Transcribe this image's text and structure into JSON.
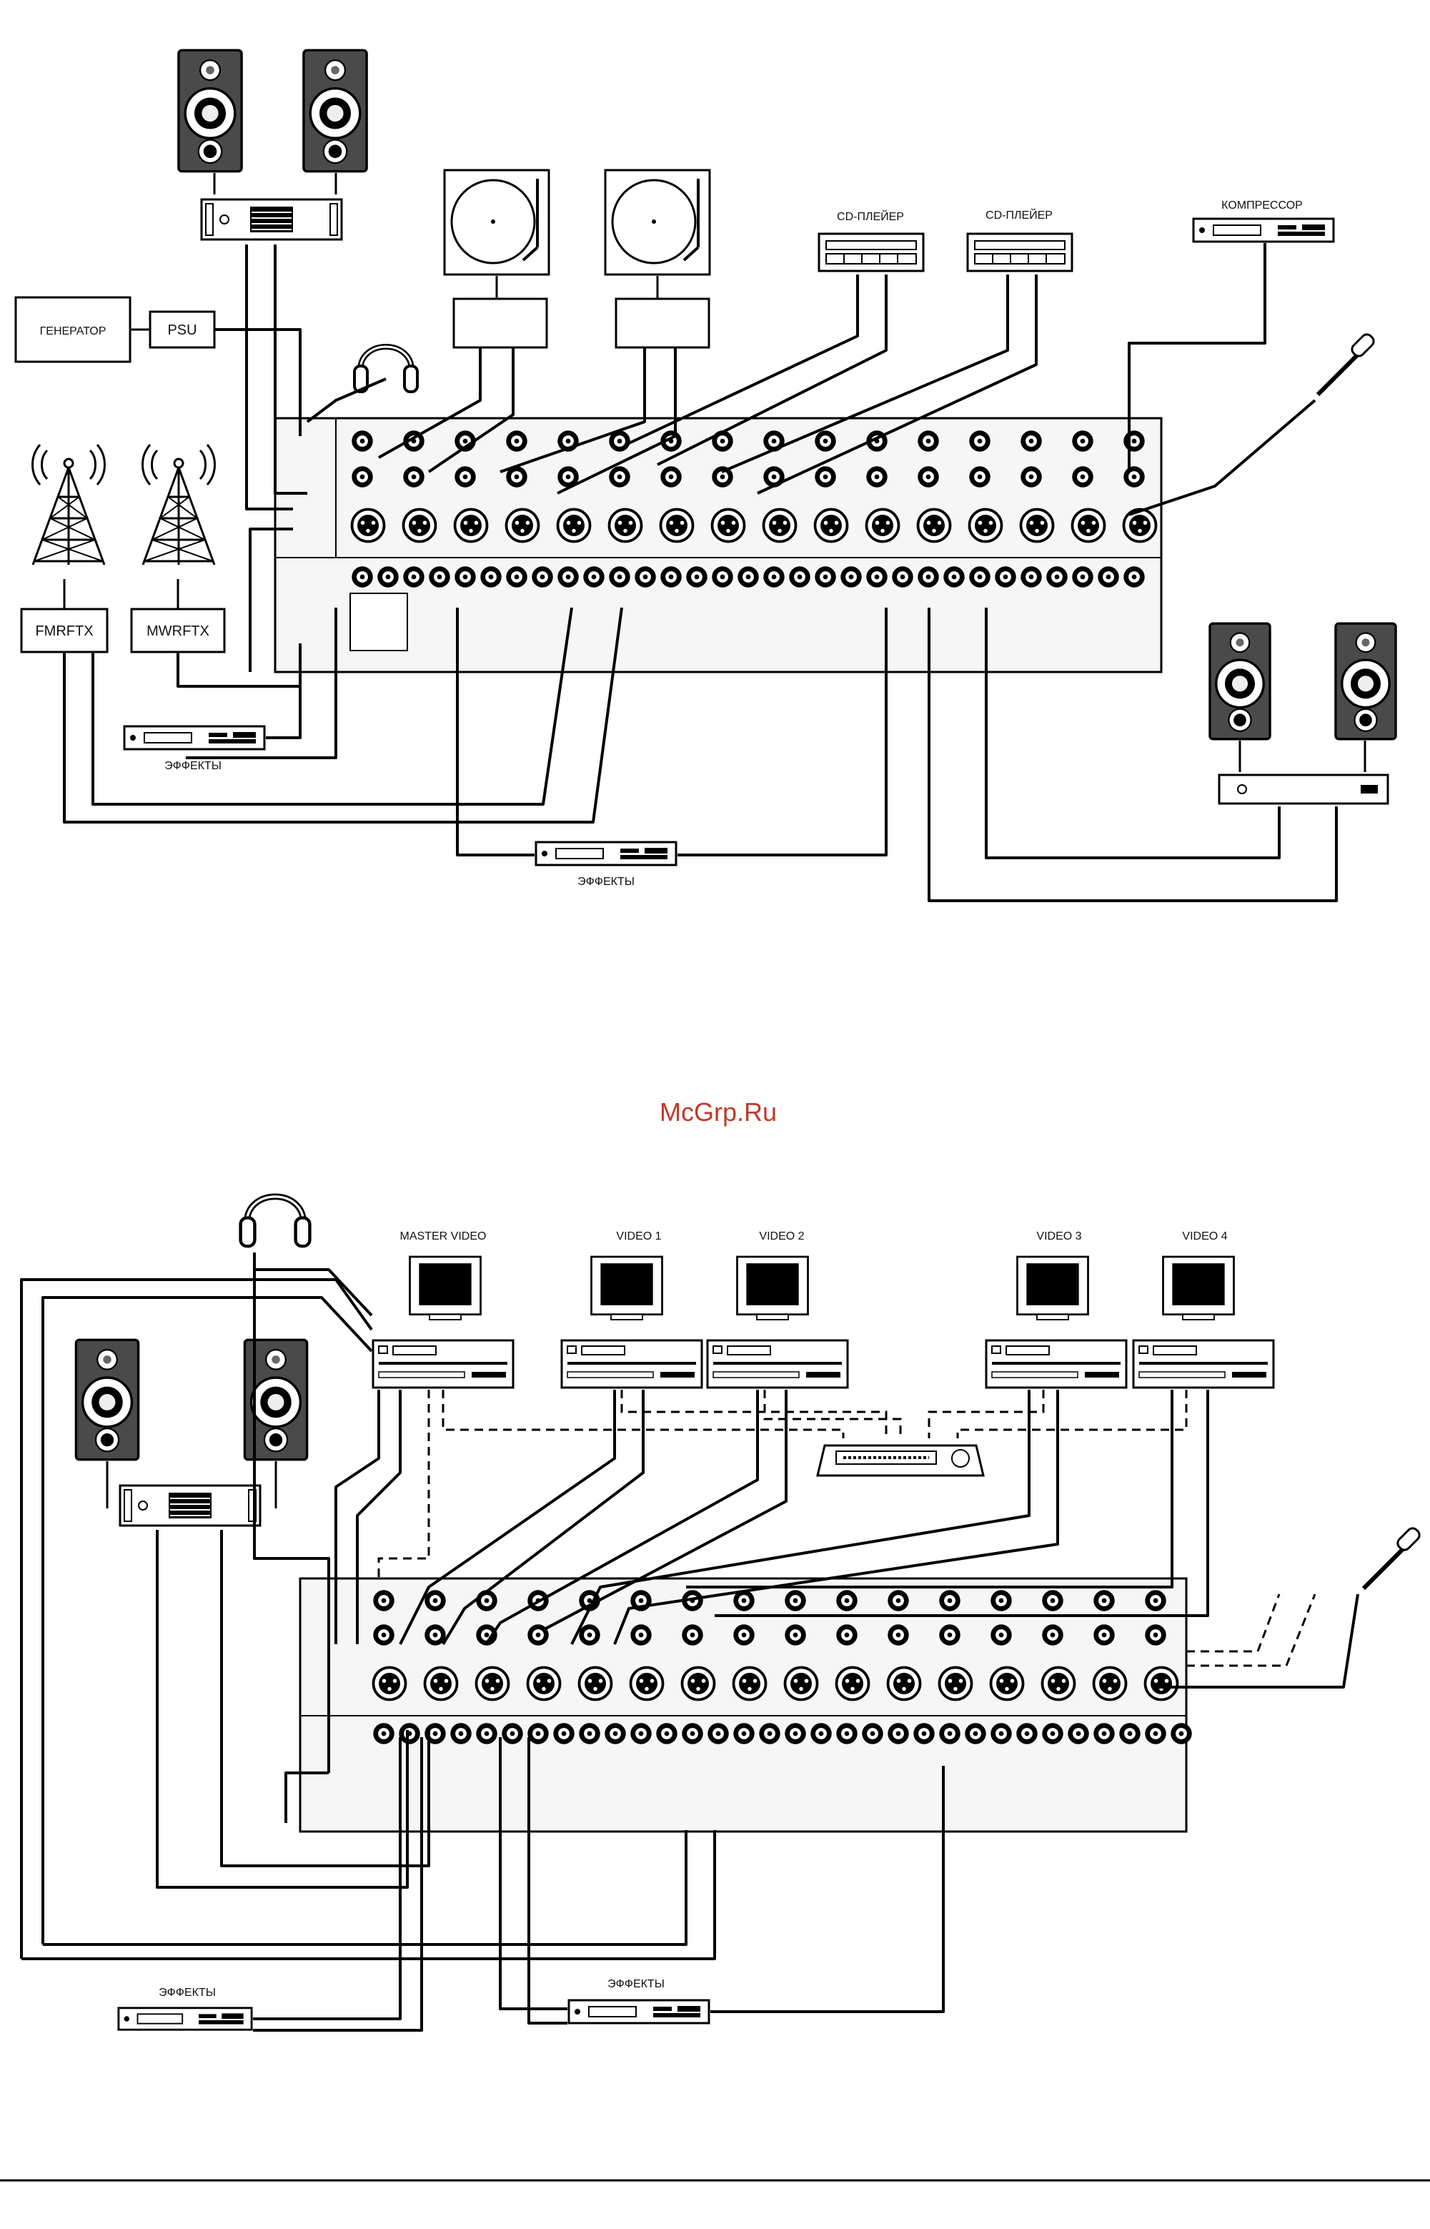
{
  "watermark": "McGrp.Ru",
  "diagram_top": {
    "labels": {
      "generator": "ГЕНЕРАТОР",
      "psu": "PSU",
      "cd_player_1": "CD-ПЛЕЙЕР",
      "cd_player_2": "CD-ПЛЕЙЕР",
      "compressor": "КОМПРЕССОР",
      "fm_tx": "FMRFTX",
      "mw_tx": "MWRFTX",
      "effects_1": "ЭФФЕКТЫ",
      "effects_2": "ЭФФЕКТЫ"
    }
  },
  "diagram_bottom": {
    "labels": {
      "master_video": "MASTER VIDEO",
      "video_1": "VIDEO 1",
      "video_2": "VIDEO 2",
      "video_3": "VIDEO 3",
      "video_4": "VIDEO 4",
      "effects_1": "ЭФФЕКТЫ",
      "effects_2": "ЭФФЕКТЫ"
    }
  },
  "icons": {
    "speaker": "speaker-icon",
    "amplifier": "amplifier-icon",
    "turntable": "turntable-icon",
    "headphones": "headphones-icon",
    "antenna": "antenna-tower-icon",
    "microphone": "microphone-icon",
    "monitor": "monitor-icon",
    "keyboard": "keyboard-icon",
    "mixer": "mixing-console-icon"
  }
}
